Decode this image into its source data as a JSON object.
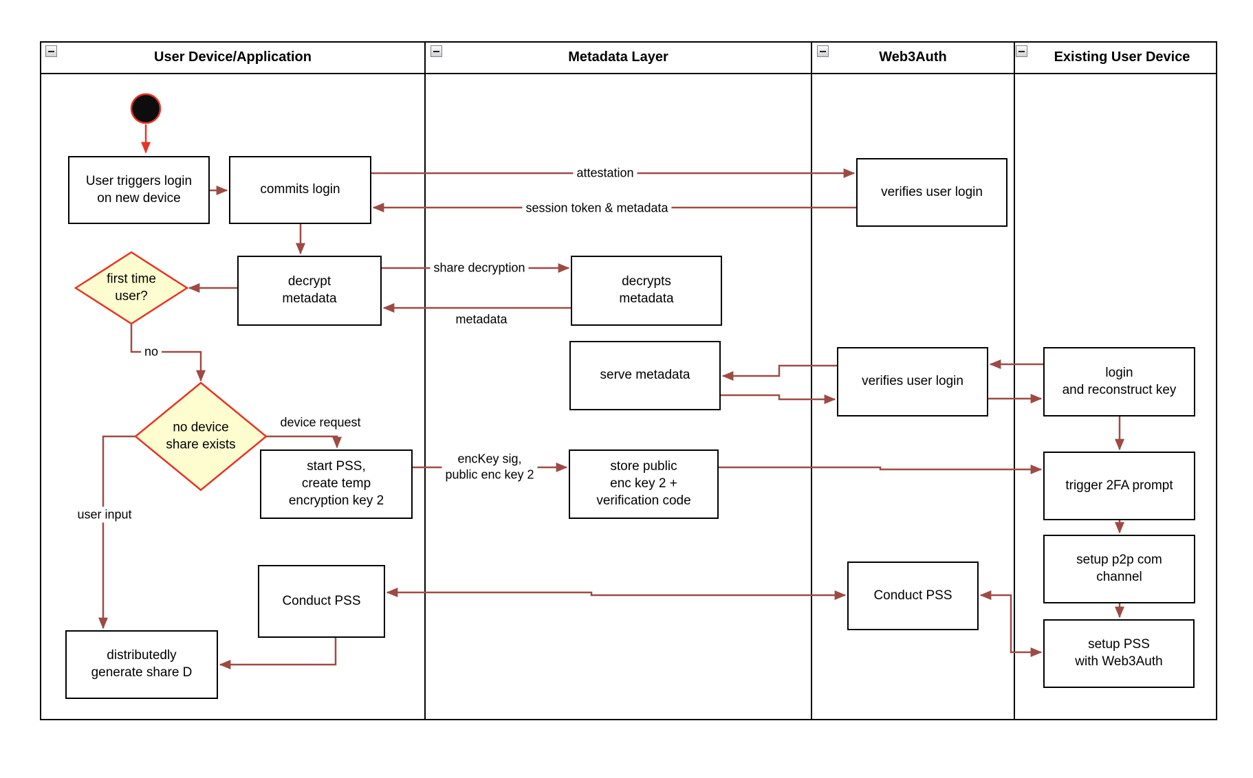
{
  "lanes": [
    {
      "title": "User Device/Application"
    },
    {
      "title": "Metadata Layer"
    },
    {
      "title": "Web3Auth"
    },
    {
      "title": "Existing User Device"
    }
  ],
  "nodes": {
    "user_triggers": {
      "label": "User triggers login\non new device"
    },
    "commits_login": {
      "label": "commits login"
    },
    "decrypt_metadata": {
      "label": "decrypt\nmetadata"
    },
    "first_time_user": {
      "label": "first time\nuser?"
    },
    "no_device_share": {
      "label": "no device\nshare exists"
    },
    "start_pss": {
      "label": "start PSS,\ncreate temp\nencryption key 2"
    },
    "conduct_pss_user": {
      "label": "Conduct PSS"
    },
    "distributedly_generate": {
      "label": "distributedly\ngenerate share D"
    },
    "decrypts_metadata": {
      "label": "decrypts\nmetadata"
    },
    "serve_metadata": {
      "label": "serve metadata"
    },
    "store_public": {
      "label": "store public\nenc key 2 +\nverification code"
    },
    "verifies_login_top": {
      "label": "verifies user login"
    },
    "verifies_login_mid": {
      "label": "verifies user login"
    },
    "conduct_pss_web3auth": {
      "label": "Conduct PSS"
    },
    "login_reconstruct": {
      "label": "login\nand reconstruct key"
    },
    "trigger_2fa": {
      "label": "trigger 2FA prompt"
    },
    "setup_p2p": {
      "label": "setup p2p com\nchannel"
    },
    "setup_pss": {
      "label": "setup PSS\nwith Web3Auth"
    }
  },
  "edge_labels": {
    "attestation": "attestation",
    "session_token": "session token & metadata",
    "share_decryption": "share decryption",
    "metadata": "metadata",
    "no": "no",
    "device_request": "device request",
    "user_input": "user input",
    "enckey_sig": "encKey sig,\npublic enc key 2"
  },
  "colors": {
    "connector": "#9e4a44",
    "start_accent": "#e93323",
    "diamond_fill": "#fdfdd0",
    "diamond_border": "#e93323",
    "node_border": "#000000",
    "node_fill": "#ffffff"
  }
}
